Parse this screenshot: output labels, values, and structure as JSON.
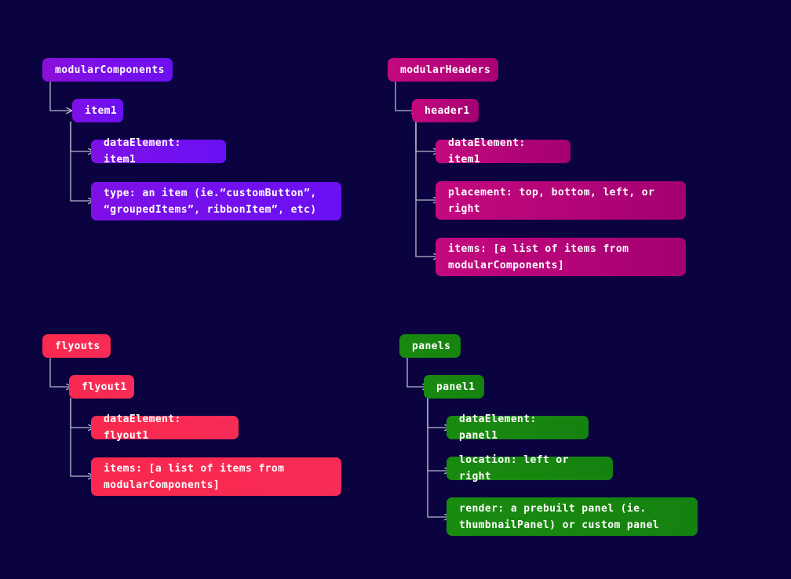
{
  "page": {
    "background_color": "#0a0340",
    "connector_color": "#b9b8cc",
    "text_color": "#ffffff"
  },
  "diagram": {
    "type": "tree-diagram",
    "groups": [
      {
        "id": "modular-components",
        "accent_color": "#7a0fea",
        "root": {
          "label": "modularComponents"
        },
        "child": {
          "label": "item1"
        },
        "properties": [
          {
            "label": "dataElement: item1"
          },
          {
            "label": "type: an item (ie.“customButton”,\n“groupedItems”, ribbonItem”, etc)"
          }
        ]
      },
      {
        "id": "modular-headers",
        "accent_color": "#b50479",
        "root": {
          "label": "modularHeaders"
        },
        "child": {
          "label": "header1"
        },
        "properties": [
          {
            "label": "dataElement: item1"
          },
          {
            "label": "placement: top, bottom, left, or\nright"
          },
          {
            "label": "items: [a list of items from\nmodularComponents]"
          }
        ]
      },
      {
        "id": "flyouts",
        "accent_color": "#f82a52",
        "root": {
          "label": "flyouts"
        },
        "child": {
          "label": "flyout1"
        },
        "properties": [
          {
            "label": "dataElement: flyout1"
          },
          {
            "label": "items: [a list of items from\nmodularComponents]"
          }
        ]
      },
      {
        "id": "panels",
        "accent_color": "#17860f",
        "root": {
          "label": "panels"
        },
        "child": {
          "label": "panel1"
        },
        "properties": [
          {
            "label": "dataElement: panel1"
          },
          {
            "label": "location: left or right"
          },
          {
            "label": "render: a prebuilt panel (ie.\nthumbnailPanel) or custom panel"
          }
        ]
      }
    ]
  }
}
